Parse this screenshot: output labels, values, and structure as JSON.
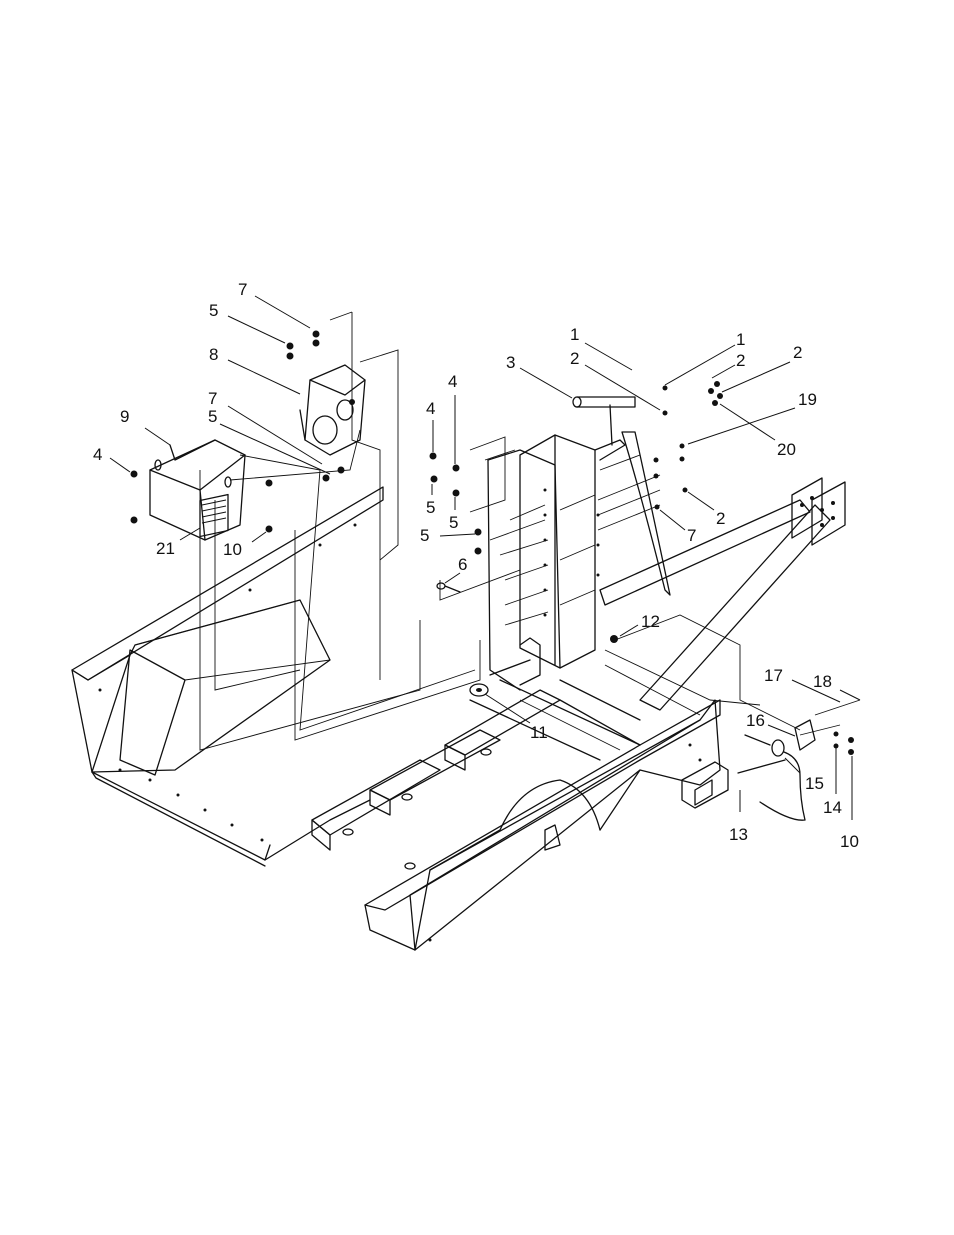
{
  "diagram": {
    "callouts": [
      {
        "id": "c7a",
        "text": "7"
      },
      {
        "id": "c5a",
        "text": "5"
      },
      {
        "id": "c8",
        "text": "8"
      },
      {
        "id": "c9",
        "text": "9"
      },
      {
        "id": "c7b",
        "text": "7"
      },
      {
        "id": "c5b",
        "text": "5"
      },
      {
        "id": "c4a",
        "text": "4"
      },
      {
        "id": "c21",
        "text": "21"
      },
      {
        "id": "c10a",
        "text": "10"
      },
      {
        "id": "c4b",
        "text": "4"
      },
      {
        "id": "c4c",
        "text": "4"
      },
      {
        "id": "c5c",
        "text": "5"
      },
      {
        "id": "c5d",
        "text": "5"
      },
      {
        "id": "c5e",
        "text": "5"
      },
      {
        "id": "c6",
        "text": "6"
      },
      {
        "id": "c3",
        "text": "3"
      },
      {
        "id": "c1a",
        "text": "1"
      },
      {
        "id": "c2a",
        "text": "2"
      },
      {
        "id": "c1b",
        "text": "1"
      },
      {
        "id": "c2b",
        "text": "2"
      },
      {
        "id": "c2c",
        "text": "2"
      },
      {
        "id": "c19",
        "text": "19"
      },
      {
        "id": "c20",
        "text": "20"
      },
      {
        "id": "c2d",
        "text": "2"
      },
      {
        "id": "c7c",
        "text": "7"
      },
      {
        "id": "c12",
        "text": "12"
      },
      {
        "id": "c11",
        "text": "11"
      },
      {
        "id": "c17",
        "text": "17"
      },
      {
        "id": "c18",
        "text": "18"
      },
      {
        "id": "c16",
        "text": "16"
      },
      {
        "id": "c15",
        "text": "15"
      },
      {
        "id": "c13",
        "text": "13"
      },
      {
        "id": "c14",
        "text": "14"
      },
      {
        "id": "c10b",
        "text": "10"
      }
    ]
  }
}
